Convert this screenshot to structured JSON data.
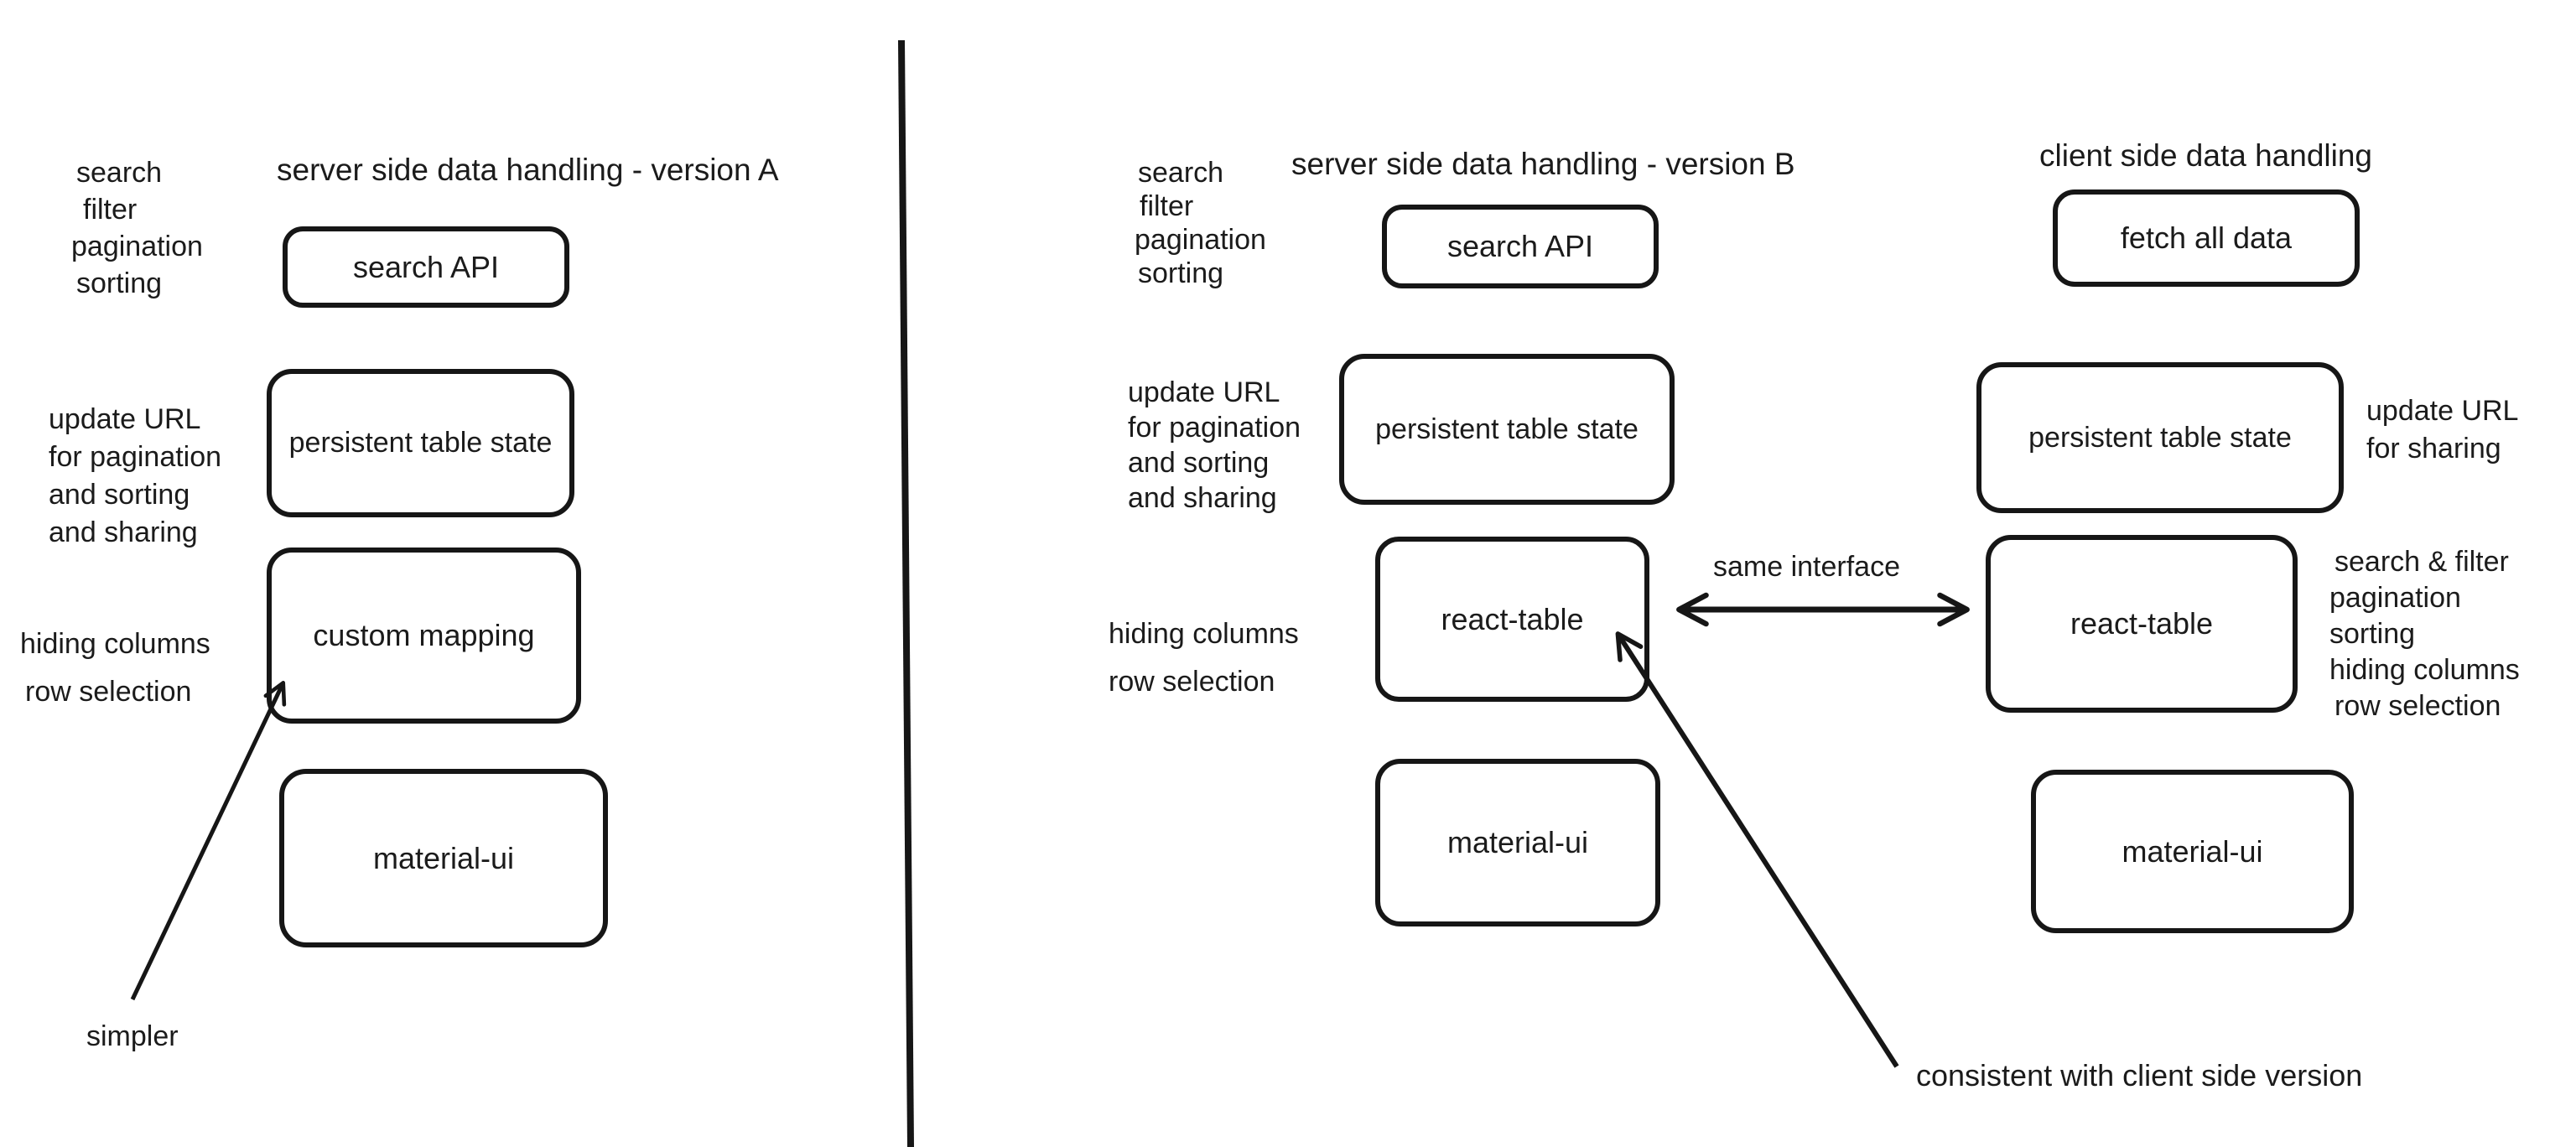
{
  "canvas": {
    "background": "#ffffff",
    "ink": "#1b1b1b"
  },
  "panels": {
    "version_a": {
      "title": "server side data handling - version A",
      "side_labels_top": [
        "search",
        "filter",
        "pagination",
        "sorting"
      ],
      "side_labels_update": [
        "update URL",
        "for pagination",
        "and sorting",
        "and sharing"
      ],
      "side_labels_features": [
        "hiding columns",
        "row selection"
      ],
      "boxes": {
        "search_api": "search API",
        "persistent": "persistent table state",
        "custom_mapping": "custom mapping",
        "material_ui": "material-ui"
      },
      "annotation_simpler": "simpler"
    },
    "version_b": {
      "title": "server side data handling - version B",
      "side_labels_top": [
        "search",
        "filter",
        "pagination",
        "sorting"
      ],
      "side_labels_update": [
        "update URL",
        "for pagination",
        "and sorting",
        "and sharing"
      ],
      "side_labels_features": [
        "hiding columns",
        "row selection"
      ],
      "boxes": {
        "search_api": "search API",
        "persistent": "persistent table state",
        "react_table": "react-table",
        "material_ui": "material-ui"
      },
      "annotation_same_interface": "same interface",
      "annotation_consistent": "consistent with client side version"
    },
    "client": {
      "title": "client side data handling",
      "side_labels_update": [
        "update URL",
        "for sharing"
      ],
      "side_labels_features": [
        "search & filter",
        "pagination",
        "sorting",
        "hiding columns",
        "row selection"
      ],
      "boxes": {
        "fetch_all": "fetch all data",
        "persistent": "persistent table state",
        "react_table": "react-table",
        "material_ui": "material-ui"
      }
    }
  }
}
